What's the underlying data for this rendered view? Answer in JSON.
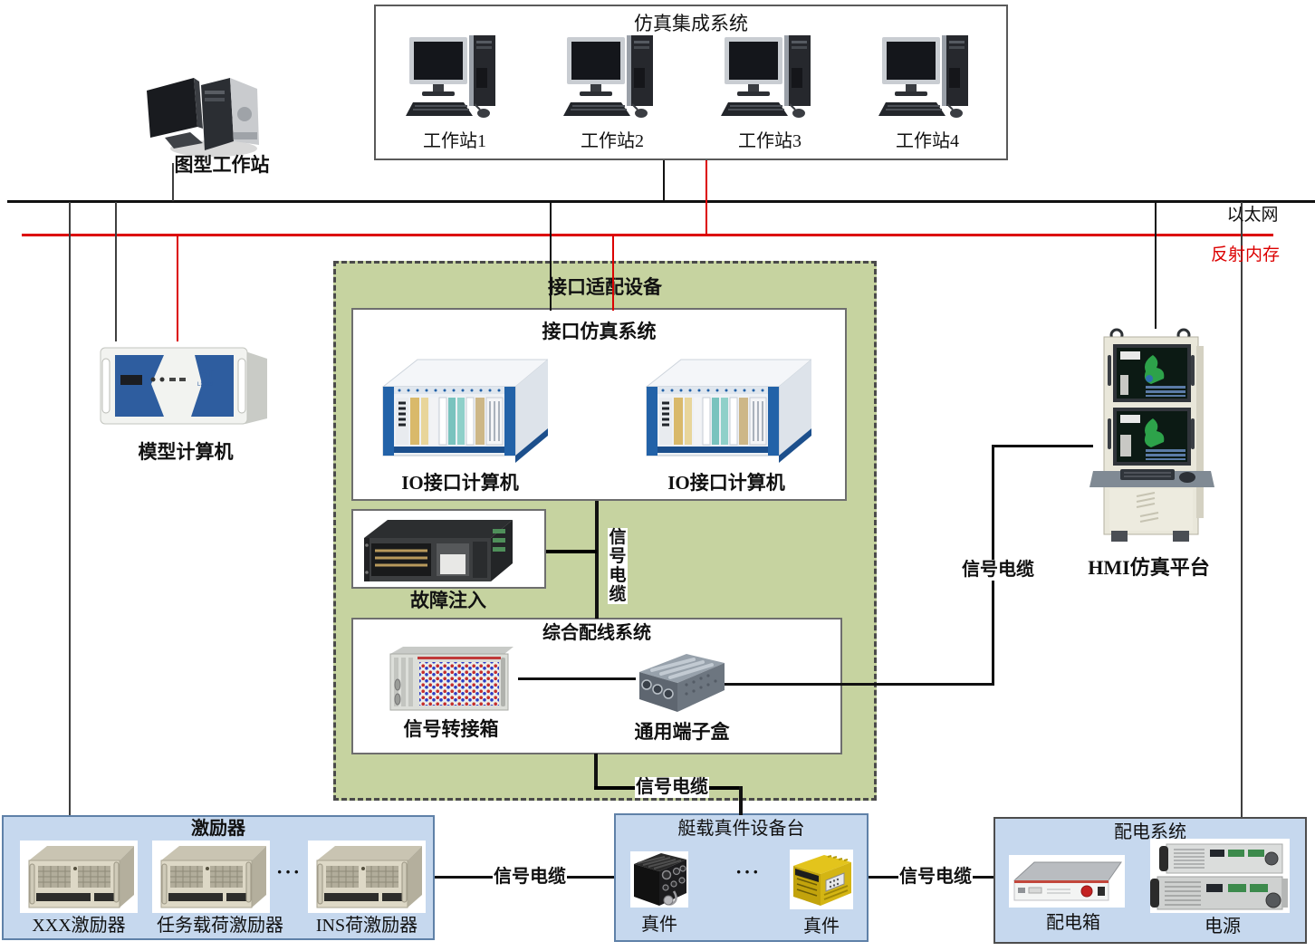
{
  "colors": {
    "ethernet_line": "#111111",
    "reflective_memory_line": "#dc0000",
    "adapter_box_fill": "#c6d3a0",
    "blue_box_fill": "#c6d8ee",
    "blue_box_border": "#5f81a8"
  },
  "network": {
    "ethernet": "以太网",
    "reflective_memory": "反射内存"
  },
  "simulation_system": {
    "title": "仿真集成系统",
    "workstations": [
      {
        "label": "工作站1"
      },
      {
        "label": "工作站2"
      },
      {
        "label": "工作站3"
      },
      {
        "label": "工作站4"
      }
    ]
  },
  "graphics_workstation": {
    "label": "图型工作站"
  },
  "model_computer": {
    "label": "模型计算机"
  },
  "adapter": {
    "title": "接口适配设备",
    "interface_simulation": {
      "title": "接口仿真系统",
      "io_computer_1": "IO接口计算机",
      "io_computer_2": "IO接口计算机"
    },
    "fault_injection": {
      "label": "故障注入"
    },
    "cable_vertical": "信号电缆",
    "wiring": {
      "title": "综合配线系统",
      "signal_patch_box": "信号转接箱",
      "terminal_box": "通用端子盒"
    },
    "cable_bottom": "信号电缆"
  },
  "hmi": {
    "label": "HMI仿真平台",
    "cable": "信号电缆"
  },
  "exciters": {
    "title": "激励器",
    "items": [
      {
        "label": "XXX激励器"
      },
      {
        "label": "任务载荷激励器"
      },
      {
        "label": "INS荷激励器"
      }
    ],
    "ellipsis": "···"
  },
  "onboard_devices": {
    "title": "艇载真件设备台",
    "item_1": "真件",
    "item_2": "真件",
    "ellipsis": "···"
  },
  "power": {
    "title": "配电系统",
    "distribution_box": "配电箱",
    "power_supply": "电源"
  },
  "cables": {
    "exciter_to_device": "信号电缆",
    "device_to_power": "信号电缆"
  }
}
